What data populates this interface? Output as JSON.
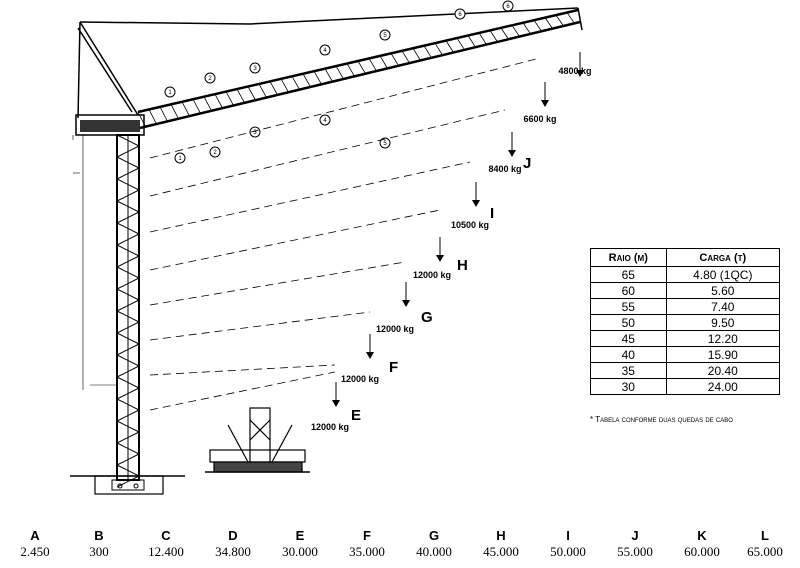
{
  "boom_labels": [
    "1",
    "2",
    "3",
    "4",
    "5",
    "6"
  ],
  "loads": [
    {
      "text": "4800 kg"
    },
    {
      "text": "6600 kg"
    },
    {
      "text": "8400 kg",
      "letter": "J"
    },
    {
      "text": "10500 kg",
      "letter": "I"
    },
    {
      "text": "12000 kg",
      "letter": "H"
    },
    {
      "text": "12000 kg",
      "letter": "G"
    },
    {
      "text": "12000 kg",
      "letter": "F"
    },
    {
      "text": "12000 kg",
      "letter": "E"
    }
  ],
  "table": {
    "headers": [
      "Raio (m)",
      "Carga (t)"
    ],
    "rows": [
      [
        "65",
        "4.80 (1QC)"
      ],
      [
        "60",
        "5.60"
      ],
      [
        "55",
        "7.40"
      ],
      [
        "50",
        "9.50"
      ],
      [
        "45",
        "12.20"
      ],
      [
        "40",
        "15.90"
      ],
      [
        "35",
        "20.40"
      ],
      [
        "30",
        "24.00"
      ]
    ],
    "note": "* Tabela conforme duas quedas de cabo"
  },
  "dimensions": [
    {
      "letter": "A",
      "value": "2.450"
    },
    {
      "letter": "B",
      "value": "300"
    },
    {
      "letter": "C",
      "value": "12.400"
    },
    {
      "letter": "D",
      "value": "34.800"
    },
    {
      "letter": "E",
      "value": "30.000"
    },
    {
      "letter": "F",
      "value": "35.000"
    },
    {
      "letter": "G",
      "value": "40.000"
    },
    {
      "letter": "H",
      "value": "45.000"
    },
    {
      "letter": "I",
      "value": "50.000"
    },
    {
      "letter": "J",
      "value": "55.000"
    },
    {
      "letter": "K",
      "value": "60.000"
    },
    {
      "letter": "L",
      "value": "65.000"
    }
  ]
}
